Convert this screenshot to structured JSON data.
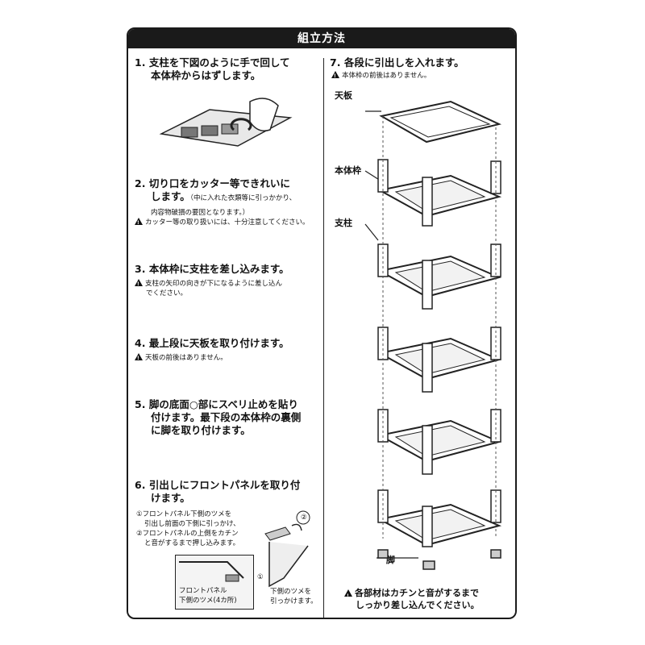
{
  "title": "組立方法",
  "left_steps": {
    "s1": {
      "number": "1.",
      "line1": "支柱を下図のように手で回して",
      "line2": "本体枠からはずします。"
    },
    "s2": {
      "number": "2.",
      "line1": "切り口をカッター等できれいに",
      "line2": "します。",
      "paren1": "（中に入れた衣類等に引っかかり、",
      "paren2": "内容物破損の要因となります。）",
      "warning": "カッター等の取り扱いには、十分注意してください。"
    },
    "s3": {
      "number": "3.",
      "line1": "本体枠に支柱を差し込みます。",
      "warning1": "支柱の矢印の向きが下になるように差し込ん",
      "warning2": "でください。"
    },
    "s4": {
      "number": "4.",
      "line1": "最上段に天板を取り付けます。",
      "warning": "天板の前後はありません。"
    },
    "s5": {
      "number": "5.",
      "line1": "脚の底面○部にスベリ止めを貼り",
      "line2": "付けます。最下段の本体枠の裏側",
      "line3": "に脚を取り付けます。"
    },
    "s6": {
      "number": "6.",
      "line1": "引出しにフロントパネルを取り付",
      "line2": "けます。",
      "sub1a": "①フロントパネル下側のツメを",
      "sub1b": "引出し前面の下側に引っかけ、",
      "sub2a": "②フロントパネルの上側をカチン",
      "sub2b": "と音がするまで押し込みます。",
      "circle1": "①",
      "circle2": "②",
      "inset_a": "フロントパネル",
      "inset_b": "下側のツメ(4カ所)",
      "arrow_a": "下側のツメを",
      "arrow_b": "引っかけます。"
    }
  },
  "right_step": {
    "number": "7.",
    "line1": "各段に引出しを入れます。",
    "warning": "本体枠の前後はありません。",
    "labels": {
      "top_board": "天板",
      "frame": "本体枠",
      "pillar": "支柱",
      "leg": "脚"
    },
    "bottom_warning1": "各部材はカチンと音がするまで",
    "bottom_warning2": "しっかり差し込んでください。"
  }
}
